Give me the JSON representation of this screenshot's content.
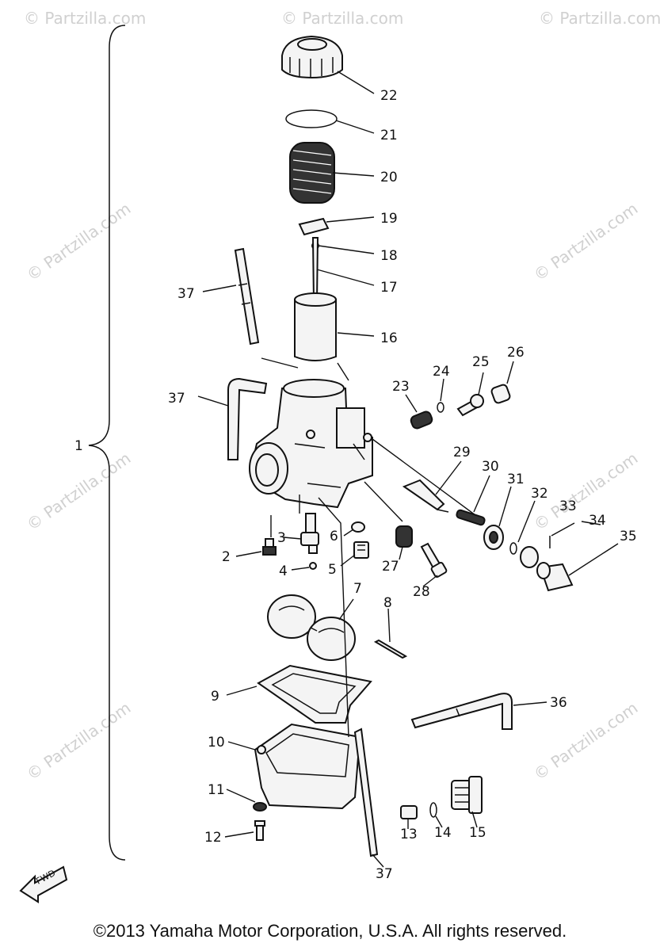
{
  "watermark": "© Partzilla.com",
  "direction_badge": "FWD",
  "assembly_label": "1",
  "copyright": "©2013 Yamaha Motor Corporation, U.S.A. All rights reserved.",
  "parts": [
    "22",
    "21",
    "20",
    "19",
    "18",
    "17",
    "37",
    "16",
    "37",
    "23",
    "24",
    "25",
    "26",
    "29",
    "30",
    "31",
    "32",
    "33",
    "34",
    "35",
    "3",
    "6",
    "2",
    "4",
    "5",
    "27",
    "28",
    "7",
    "8",
    "9",
    "36",
    "10",
    "11",
    "12",
    "13",
    "14",
    "15",
    "37"
  ]
}
